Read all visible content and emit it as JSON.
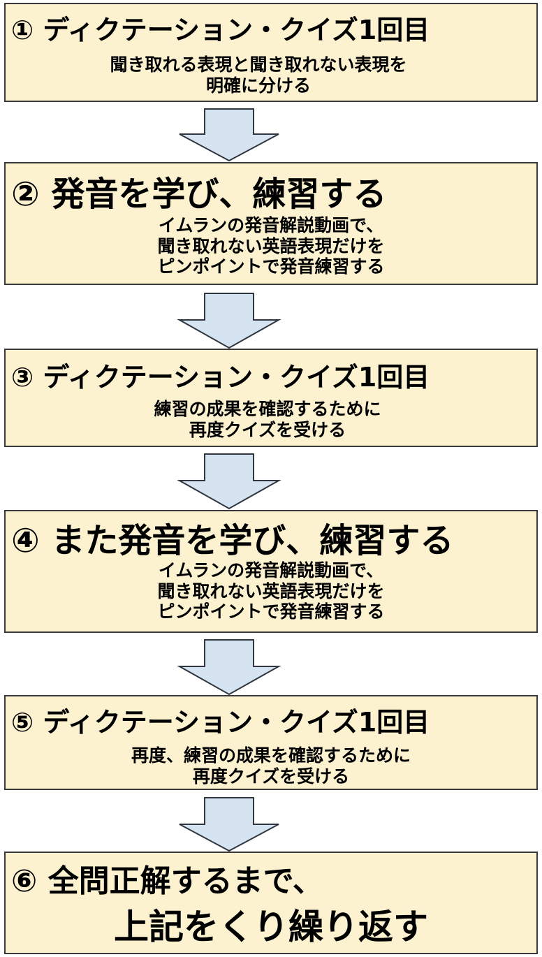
{
  "steps": [
    {
      "title": "① ディクテーション・クイズ1回目",
      "description": [
        "聞き取れる表現と聞き取れない表現を",
        "明確に分ける"
      ]
    },
    {
      "title": "② 発音を学び、練習する",
      "description": [
        "イムランの発音解説動画で、",
        "聞き取れない英語表現だけを",
        "ピンポイントで発音練習する"
      ]
    },
    {
      "title": "③ ディクテーション・クイズ1回目",
      "description": [
        "練習の成果を確認するために",
        "再度クイズを受ける"
      ]
    },
    {
      "title": "④ また発音を学び、練習する",
      "description": [
        "イムランの発音解説動画で、",
        "聞き取れない英語表現だけを",
        "ピンポイントで発音練習する"
      ]
    },
    {
      "title": "⑤ ディクテーション・クイズ1回目",
      "description": [
        "再度、練習の成果を確認するために",
        "再度クイズを受ける"
      ]
    },
    {
      "title": "⑥ 全問正解するまで、",
      "title_line2": "上記をくり繰り返す"
    }
  ],
  "colors": {
    "box_fill": "#fdf2d0",
    "box_border": "#3a3a3a",
    "arrow_fill": "#d6e3f0",
    "arrow_stroke": "#2f3640"
  }
}
